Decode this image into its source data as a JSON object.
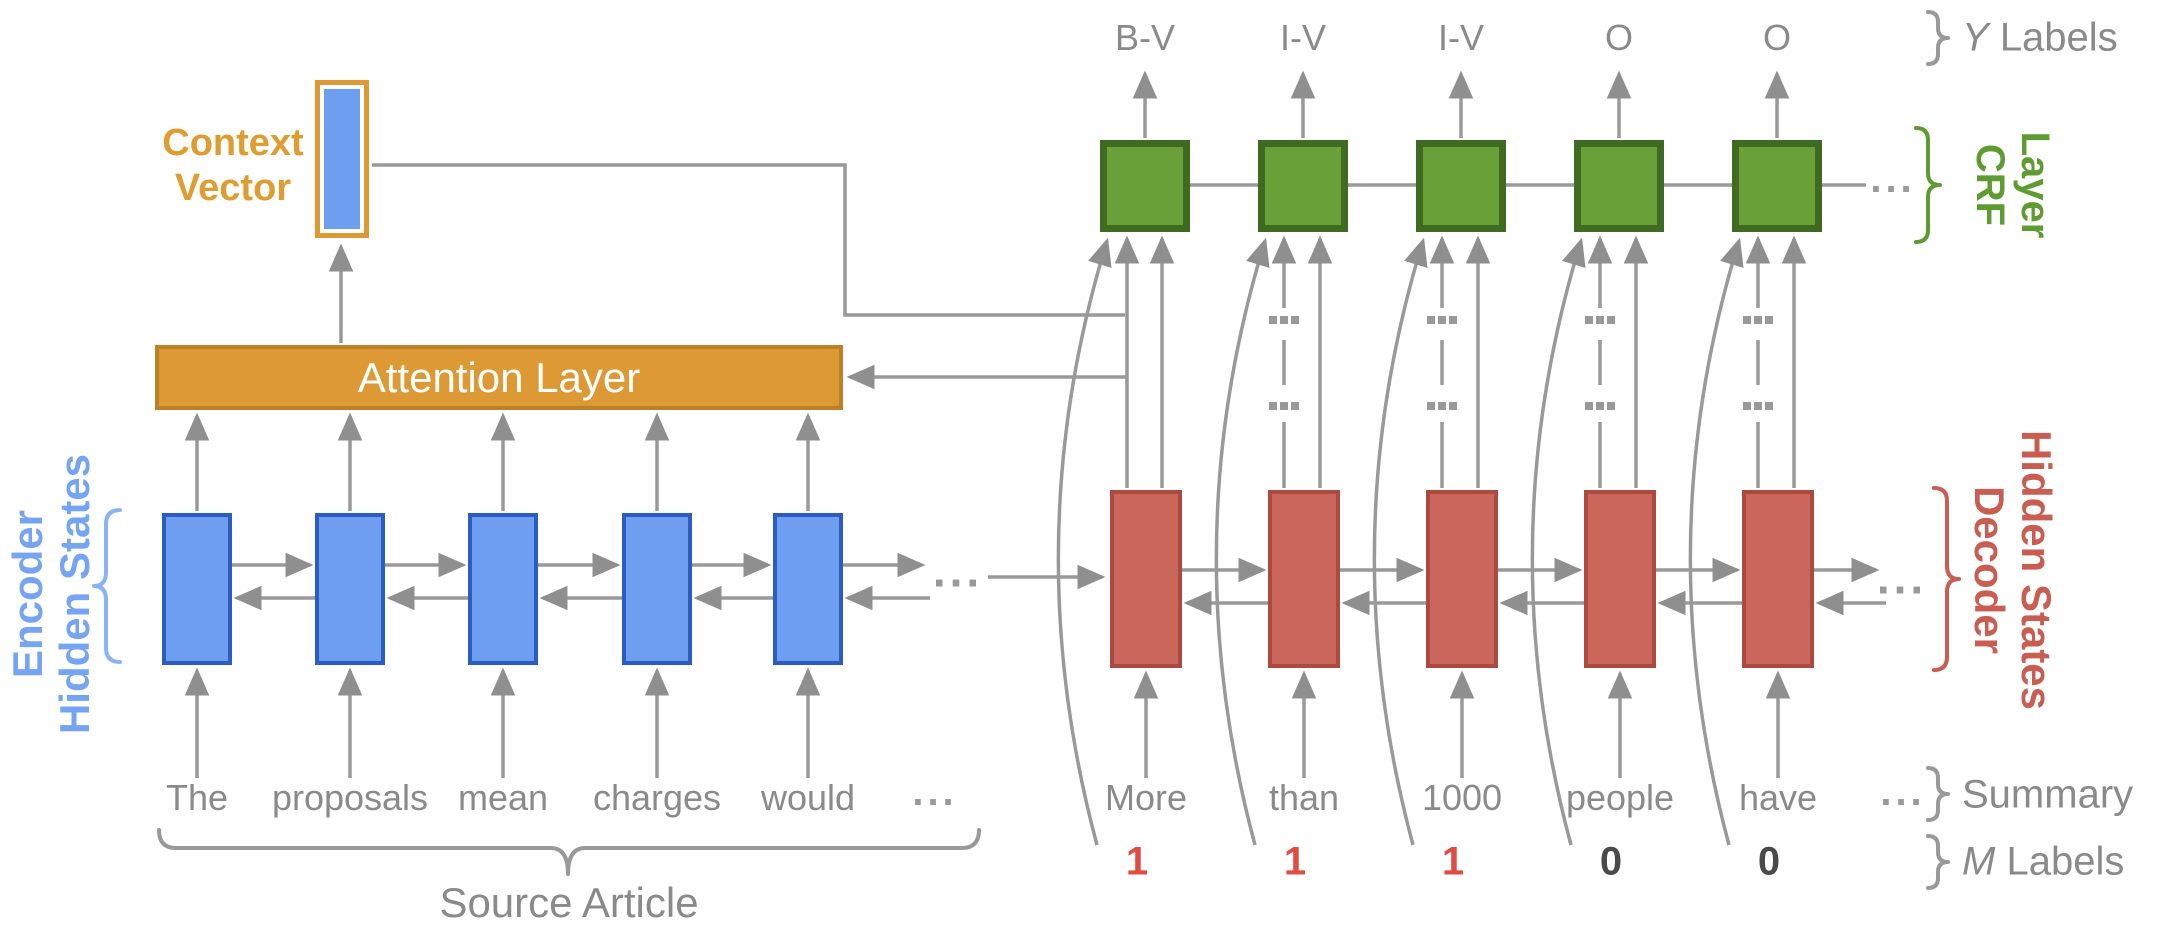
{
  "ellipsis": "...",
  "encoder": {
    "caption_lines": [
      "Encoder",
      "Hidden States"
    ],
    "words": [
      "The",
      "proposals",
      "mean",
      "charges",
      "would"
    ],
    "source_caption": "Source Article"
  },
  "attention": {
    "label": "Attention Layer"
  },
  "context": {
    "caption_lines": [
      "Context",
      "Vector"
    ]
  },
  "crf": {
    "caption_lines": [
      "CRF",
      "Layer"
    ],
    "y_tags": [
      "B-V",
      "I-V",
      "I-V",
      "O",
      "O"
    ]
  },
  "decoder": {
    "caption_lines": [
      "Decoder",
      "Hidden States"
    ],
    "words": [
      "More",
      "than",
      "1000",
      "people",
      "have"
    ],
    "m_values": [
      "1",
      "1",
      "1",
      "0",
      "0"
    ]
  },
  "captions": {
    "y_labels_italic": "Y",
    "y_labels_text": "Labels",
    "summary": "Summary",
    "m_labels_italic": "M",
    "m_labels_text": "Labels"
  },
  "colors": {
    "encoder_fill": "#6D9EEF",
    "encoder_border": "#2B5CC4",
    "encoder_caption": "#74A4F3",
    "attention_fill": "#DD9933",
    "attention_border": "#BD8026",
    "context_caption": "#DF9C2F",
    "crf_fill": "#69A038",
    "crf_border": "#3E6B21",
    "crf_caption": "#5E9C31",
    "decoder_fill": "#CB665C",
    "decoder_border": "#AC4A40",
    "decoder_caption": "#C95D51",
    "m_one": "#E14B41",
    "m_zero": "#4A4A4A",
    "wire": "#999999",
    "text": "#8A8A8A"
  }
}
